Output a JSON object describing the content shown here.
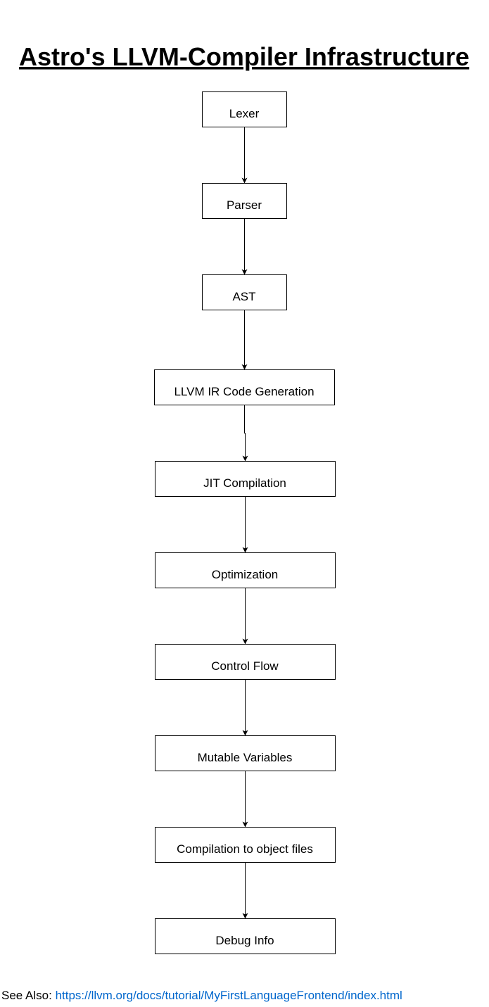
{
  "title": "Astro's LLVM-Compiler Infrastructure",
  "nodes": [
    {
      "id": "lexer",
      "label": "Lexer"
    },
    {
      "id": "parser",
      "label": "Parser"
    },
    {
      "id": "ast",
      "label": "AST"
    },
    {
      "id": "codegen",
      "label": "LLVM IR Code Generation"
    },
    {
      "id": "jit",
      "label": "JIT Compilation"
    },
    {
      "id": "optimization",
      "label": "Optimization"
    },
    {
      "id": "control-flow",
      "label": "Control Flow"
    },
    {
      "id": "mutable-variables",
      "label": "Mutable Variables"
    },
    {
      "id": "object-files",
      "label": "Compilation to object files"
    },
    {
      "id": "debug-info",
      "label": "Debug Info"
    }
  ],
  "edges": [
    {
      "from": "lexer",
      "to": "parser"
    },
    {
      "from": "parser",
      "to": "ast"
    },
    {
      "from": "ast",
      "to": "codegen"
    },
    {
      "from": "codegen",
      "to": "jit"
    },
    {
      "from": "jit",
      "to": "optimization"
    },
    {
      "from": "optimization",
      "to": "control-flow"
    },
    {
      "from": "control-flow",
      "to": "mutable-variables"
    },
    {
      "from": "mutable-variables",
      "to": "object-files"
    },
    {
      "from": "object-files",
      "to": "debug-info"
    }
  ],
  "footer": {
    "prefix": "See Also: ",
    "link_text": "https://llvm.org/docs/tutorial/MyFirstLanguageFrontend/index.html",
    "link_color": "#0066cc"
  }
}
